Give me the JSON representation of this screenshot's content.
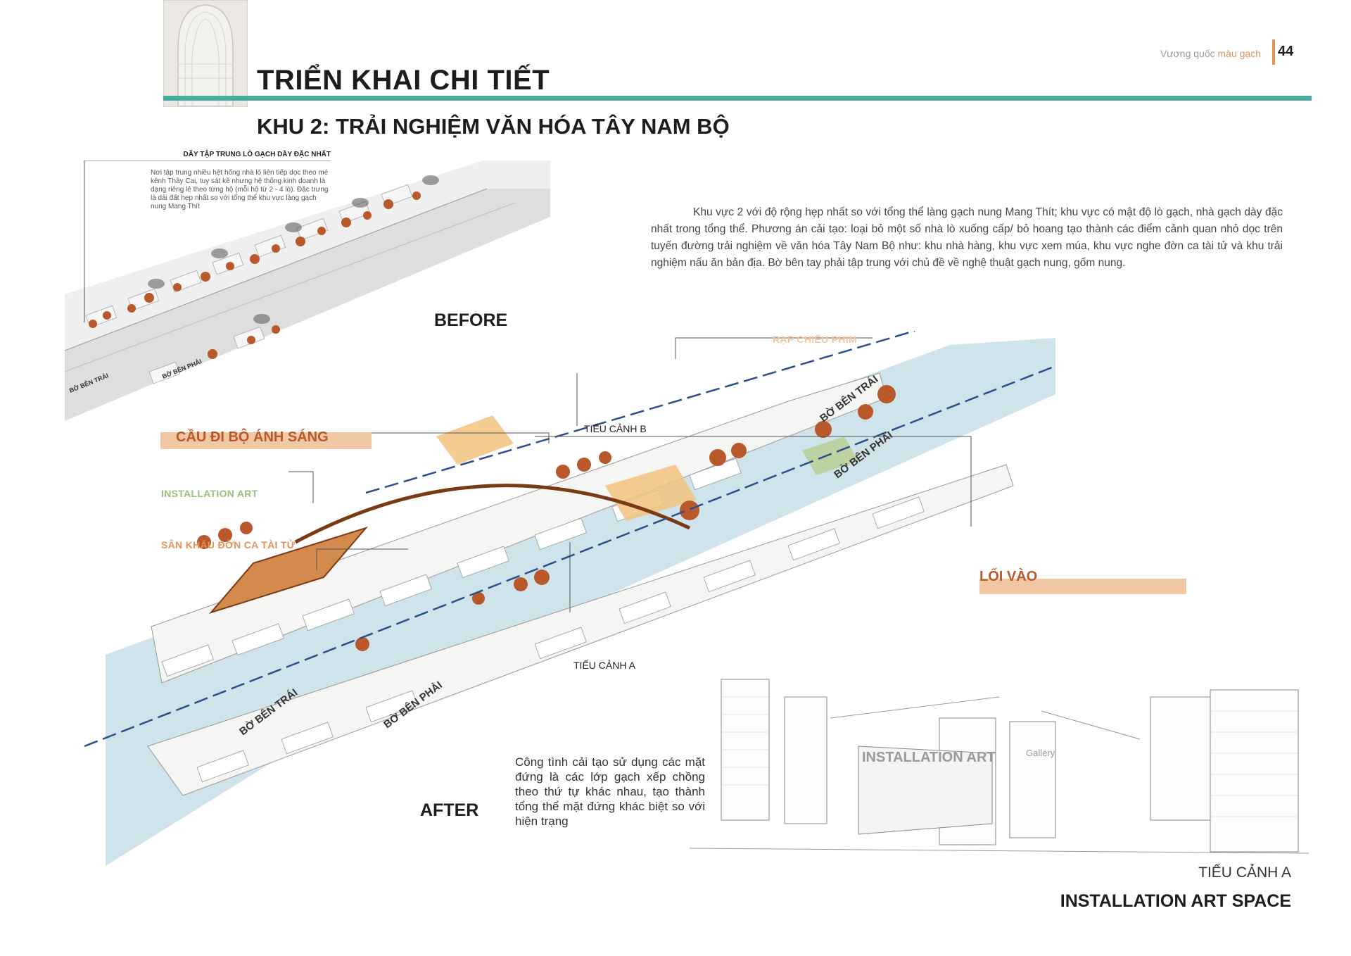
{
  "header": {
    "title": "TRIỂN KHAI CHI TIẾT",
    "subtitle": "KHU 2: TRẢI NGHIỆM VĂN HÓA TÂY NAM BỘ",
    "brand_prefix": "Vương quốc ",
    "brand_accent": "màu gạch",
    "page_number": "44",
    "accent_color": "#47aba0",
    "brand_color": "#e0945a"
  },
  "before": {
    "note_title": "DÃY TẬP TRUNG LÒ GẠCH DÀY ĐẶC NHẤT",
    "note_body": "Nơi tập trung nhiều hệt hống nhà lò liên tiếp dọc theo mé kênh Thầy Cai, tuy sát kề nhưng hệ thống kinh doanh là dạng riêng lẻ theo từng hộ (mỗi hộ từ 2 - 4 lò). Đặc trưng là dải đất hẹp nhất so với tổng thể khu vực làng gạch nung Mang Thít",
    "label": "BEFORE",
    "left_bank": "BỜ BÊN TRÁI",
    "right_bank": "BỜ BÊN PHẢI"
  },
  "intro": "Khu vực 2 với độ rộng hẹp nhất so với tổng thể làng gạch nung Mang Thít; khu vực có mật độ lò gạch, nhà gạch dày đặc nhất trong tổng thể. Phương án cải tạo: loại bỏ một số nhà lò xuống cấp/ bỏ hoang tạo thành các điểm cảnh quan nhỏ dọc trên tuyến đường trải nghiệm về văn hóa Tây Nam Bộ như: khu nhà hàng, khu vực xem múa, khu vực nghe đờn ca tài tử và khu trải nghiệm nấu ăn bản địa. Bờ bên tay phải tập trung với chủ đề về nghệ thuật gạch nung, gốm nung.",
  "after": {
    "label": "AFTER",
    "callouts": {
      "bridge": "CẦU ĐI BỘ ÁNH SÁNG",
      "installation": "INSTALLATION ART",
      "stage": "SÂN KHẤU ĐỜN CA TÀI TỬ",
      "cinema": "RẠP CHIẾU PHIM",
      "entrance": "LỐI VÀO",
      "scene_b": "TIỂU CẢNH B",
      "scene_a": "TIỂU CẢNH A"
    },
    "bank_labels": {
      "left_top": "BỜ BÊN TRÁI",
      "right_top": "BỜ BÊN PHẢI",
      "left_bottom": "BỜ BÊN TRÁI",
      "right_bottom": "BỜ BÊN PHẢI"
    },
    "colors": {
      "water": "#cfe3ea",
      "brick": "#b9582b",
      "plaza": "#f2c37e",
      "green": "#b9cf9b"
    }
  },
  "installation": {
    "description": "Công tình cải tạo sử dụng các mặt đứng là các lớp gạch xếp chồng theo thứ tự khác nhau, tạo thành tổng thể mặt đứng khác biệt so với hiện trạng",
    "sign_text": "INSTALLATION ART",
    "gallery_text": "Gallery",
    "scene_label": "TIỂU CẢNH A",
    "scene_title": "INSTALLATION ART SPACE"
  }
}
